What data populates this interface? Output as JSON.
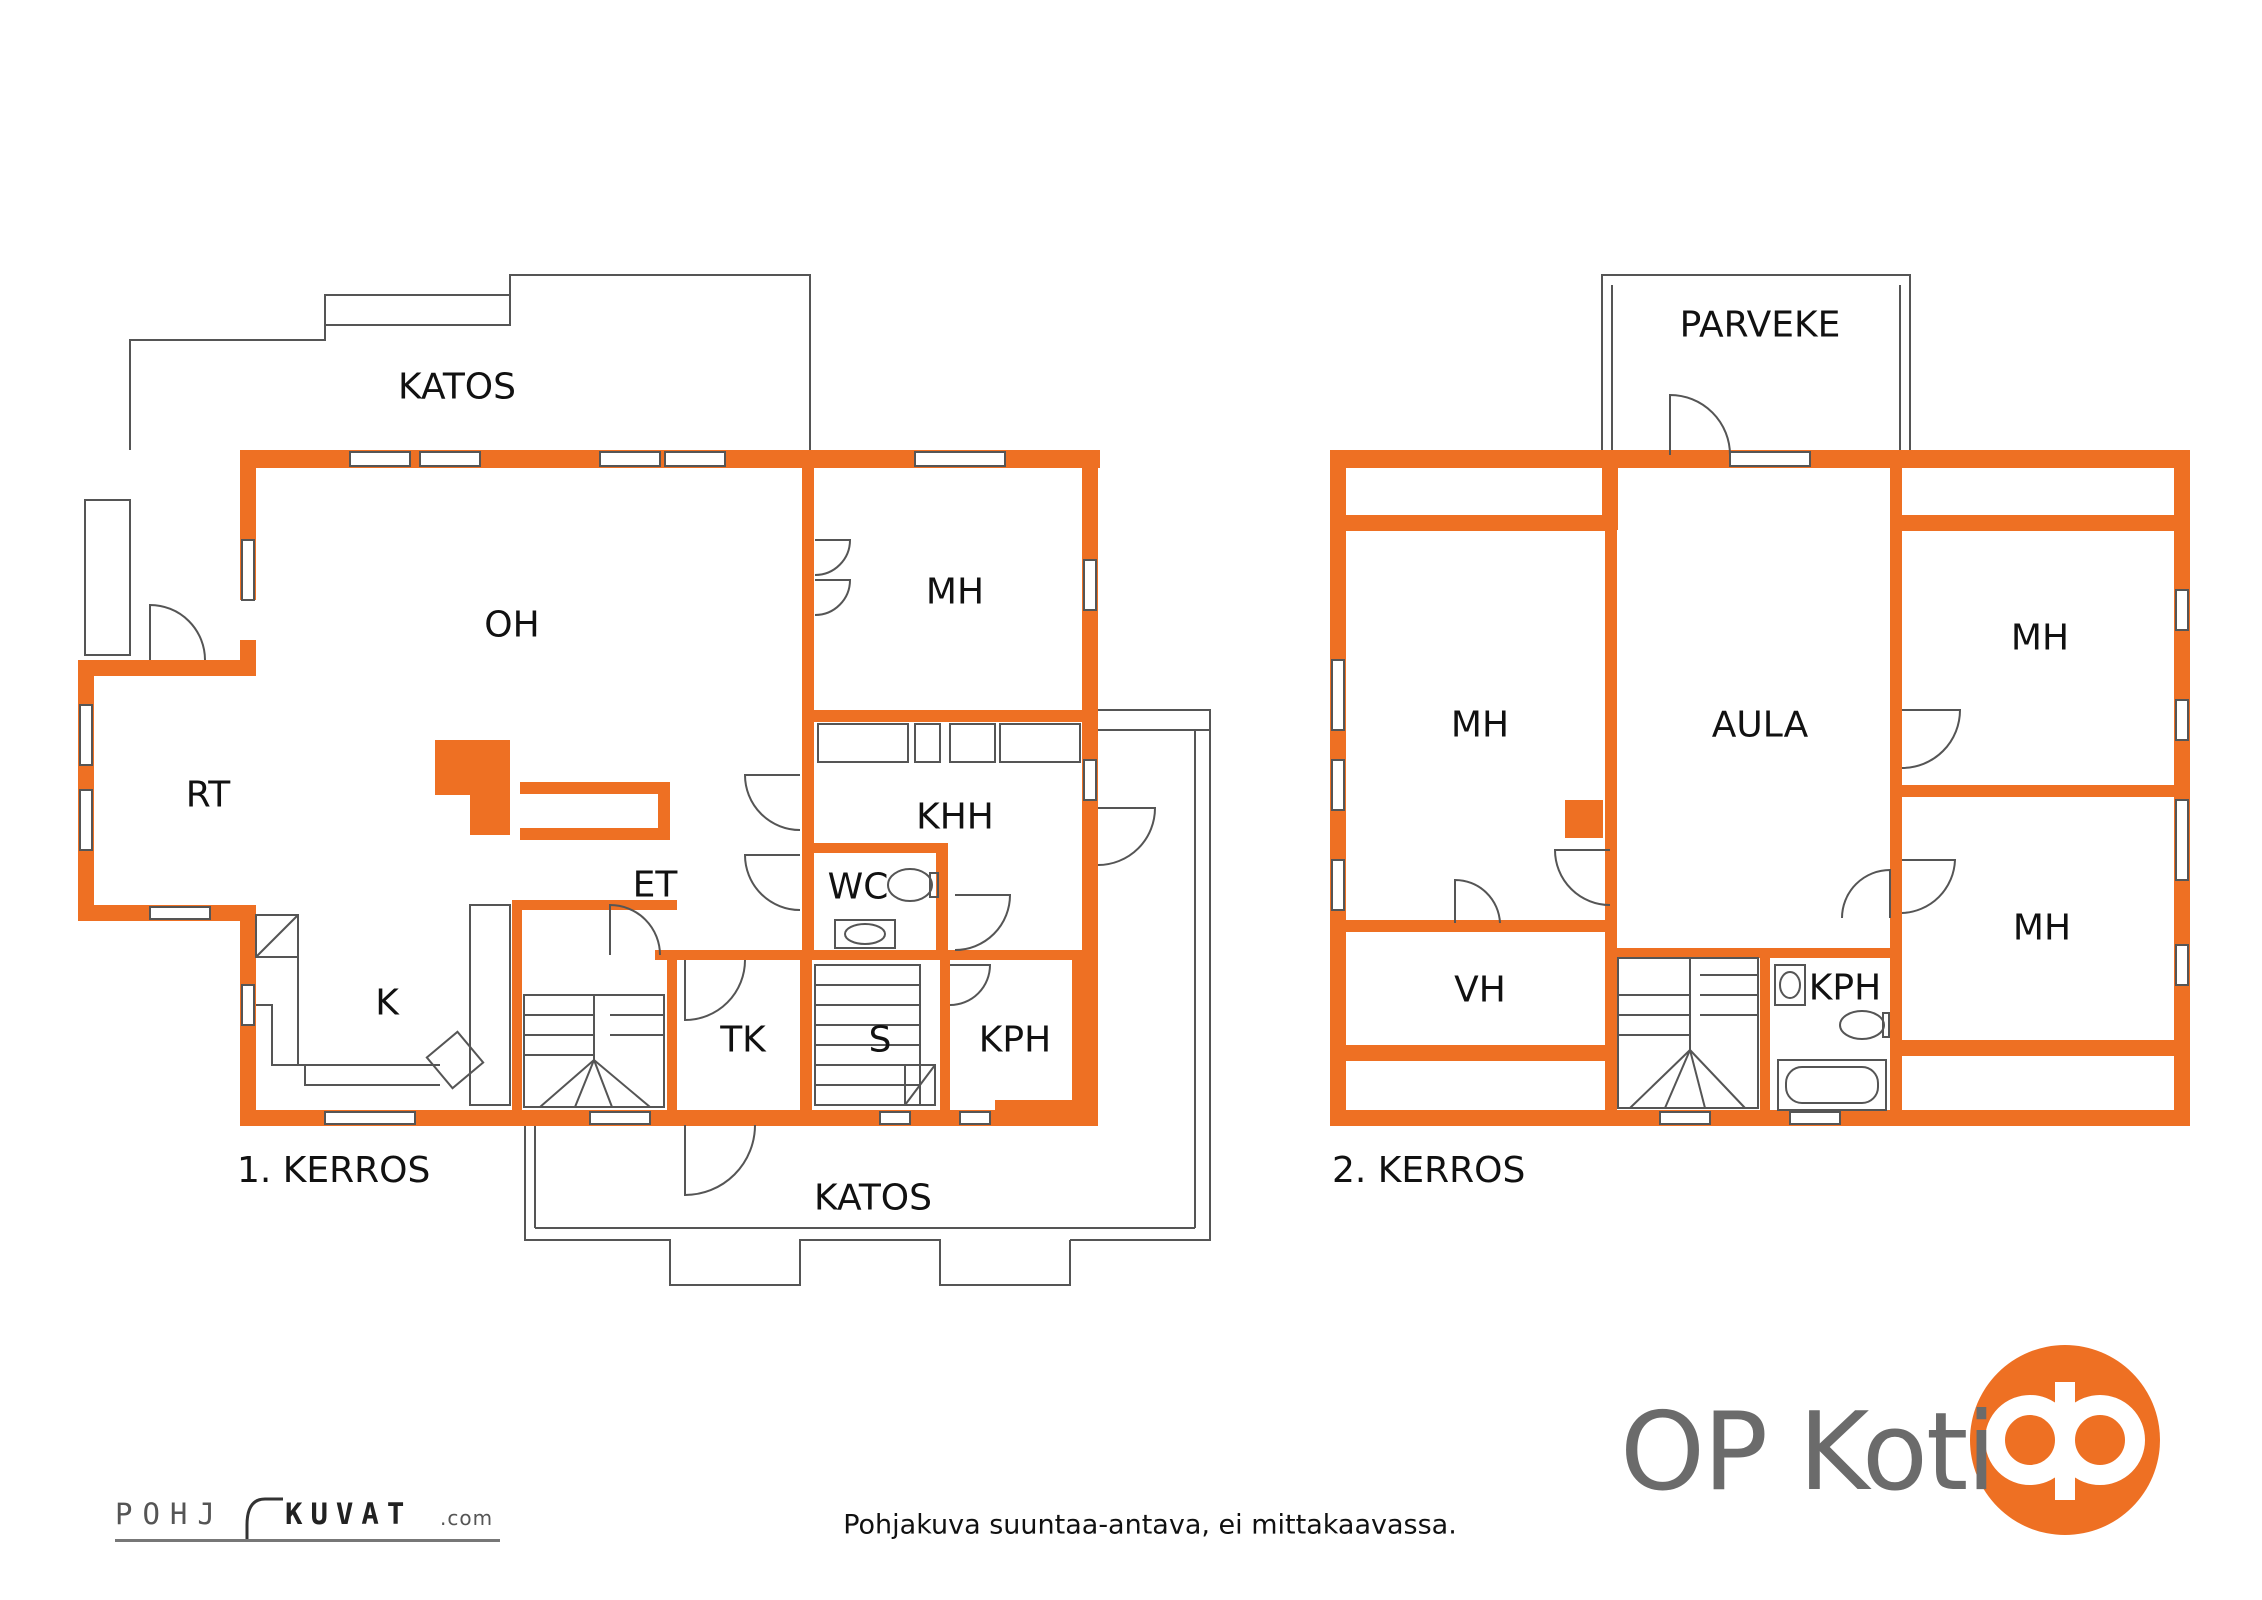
{
  "rooms_floor1": {
    "katos_top": "KATOS",
    "oh": "OH",
    "mh": "MH",
    "rt": "RT",
    "khh": "KHH",
    "et": "ET",
    "wc": "WC",
    "k": "K",
    "tk": "TK",
    "s": "S",
    "kph": "KPH",
    "katos_bottom": "KATOS"
  },
  "rooms_floor2": {
    "parveke": "PARVEKE",
    "mh_left": "MH",
    "aula": "AULA",
    "mh_right_top": "MH",
    "mh_right_bottom": "MH",
    "vh": "VH",
    "kph": "KPH"
  },
  "captions": {
    "floor1": "1. KERROS",
    "floor2": "2. KERROS",
    "disclaimer": "Pohjakuva suuntaa-antava, ei mittakaavassa."
  },
  "branding": {
    "op_koti": "OP Koti",
    "pohjakuvat_a": "POHJ",
    "pohjakuvat_b": "KUVAT",
    "pohjakuvat_c": ".com"
  },
  "colors": {
    "wall": "#EE7023",
    "outline": "#555555",
    "text": "#111111",
    "brand_grey": "#6b6b6b"
  }
}
